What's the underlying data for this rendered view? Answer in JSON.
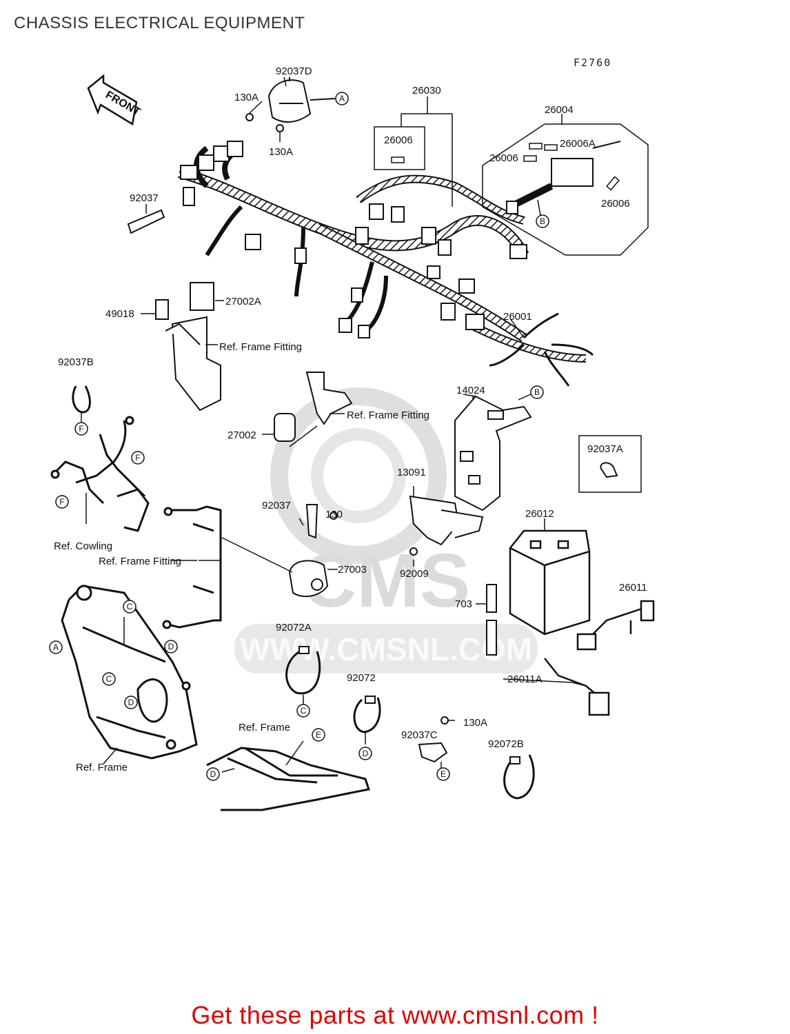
{
  "page": {
    "title": "CHASSIS ELECTRICAL EQUIPMENT",
    "figure_code": "F2760",
    "footer": "Get these parts at www.cmsnl.com !"
  },
  "watermark": {
    "text": "WWW.CMSNL.COM",
    "logo_text": "CMS"
  },
  "direction_arrow": {
    "text": "FRONT"
  },
  "labels": [
    {
      "id": "92037D",
      "text": "92037D"
    },
    {
      "id": "130A-top-left",
      "text": "130A"
    },
    {
      "id": "130A-top-bottom",
      "text": "130A"
    },
    {
      "id": "26030",
      "text": "26030"
    },
    {
      "id": "26006-box",
      "text": "26006"
    },
    {
      "id": "26004",
      "text": "26004"
    },
    {
      "id": "26006A",
      "text": "26006A"
    },
    {
      "id": "26006-left",
      "text": "26006"
    },
    {
      "id": "26006-right",
      "text": "26006"
    },
    {
      "id": "92037-top",
      "text": "92037"
    },
    {
      "id": "49018",
      "text": "49018"
    },
    {
      "id": "27002A",
      "text": "27002A"
    },
    {
      "id": "ref-frame-fitting-1",
      "text": "Ref. Frame Fitting"
    },
    {
      "id": "26001",
      "text": "26001"
    },
    {
      "id": "92037B",
      "text": "92037B"
    },
    {
      "id": "ref-frame-fitting-2",
      "text": "Ref. Frame Fitting"
    },
    {
      "id": "14024",
      "text": "14024"
    },
    {
      "id": "27002",
      "text": "27002"
    },
    {
      "id": "92037A",
      "text": "92037A"
    },
    {
      "id": "13091",
      "text": "13091"
    },
    {
      "id": "92037-mid",
      "text": "92037"
    },
    {
      "id": "130",
      "text": "130"
    },
    {
      "id": "ref-cowling",
      "text": "Ref. Cowling"
    },
    {
      "id": "ref-frame-fitting-3",
      "text": "Ref. Frame Fitting"
    },
    {
      "id": "27003",
      "text": "27003"
    },
    {
      "id": "92009",
      "text": "92009"
    },
    {
      "id": "26012",
      "text": "26012"
    },
    {
      "id": "703",
      "text": "703"
    },
    {
      "id": "26011",
      "text": "26011"
    },
    {
      "id": "92072A",
      "text": "92072A"
    },
    {
      "id": "26011A",
      "text": "26011A"
    },
    {
      "id": "92072",
      "text": "92072"
    },
    {
      "id": "ref-frame-1",
      "text": "Ref. Frame"
    },
    {
      "id": "130A-bottom",
      "text": "130A"
    },
    {
      "id": "92037C",
      "text": "92037C"
    },
    {
      "id": "92072B",
      "text": "92072B"
    },
    {
      "id": "ref-frame-2",
      "text": "Ref. Frame"
    }
  ],
  "reference_markers": [
    {
      "id": "A-top",
      "text": "A"
    },
    {
      "id": "B-fuse",
      "text": "B"
    },
    {
      "id": "B-cover",
      "text": "B"
    },
    {
      "id": "F-92037B",
      "text": "F"
    },
    {
      "id": "F-bracket-right",
      "text": "F"
    },
    {
      "id": "F-bracket-left",
      "text": "F"
    },
    {
      "id": "C-frame-top",
      "text": "C"
    },
    {
      "id": "C-frame-mid",
      "text": "C"
    },
    {
      "id": "A-frame",
      "text": "A"
    },
    {
      "id": "D-frame-right",
      "text": "D"
    },
    {
      "id": "D-frame-inner",
      "text": "D"
    },
    {
      "id": "C-92072A",
      "text": "C"
    },
    {
      "id": "D-92072",
      "text": "D"
    },
    {
      "id": "E-subframe",
      "text": "E"
    },
    {
      "id": "D-subframe",
      "text": "D"
    },
    {
      "id": "E-92037C",
      "text": "E"
    }
  ],
  "colors": {
    "line": "#111111",
    "footer": "#e00000",
    "watermark": "#d8d8d8"
  }
}
